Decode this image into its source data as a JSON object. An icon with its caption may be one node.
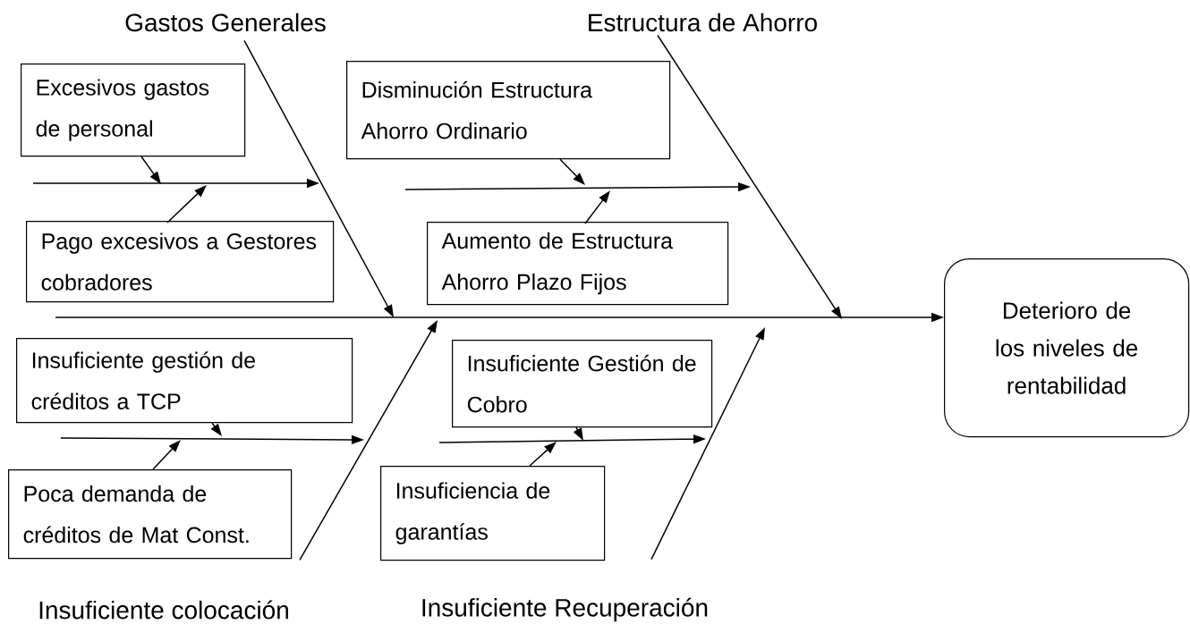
{
  "diagram": {
    "nodes": [
      {
        "text": [
          "Gastos Generales"
        ]
      },
      {
        "text": [
          "Estructura de Ahorro"
        ]
      },
      {
        "text": [
          "Excesivos gastos de personal"
        ]
      },
      {
        "text": [
          "Pago excesivos a Gestores cobradores"
        ]
      },
      {
        "text": [
          "Disminución Estructura Ahorro Ordinario"
        ]
      },
      {
        "text": [
          "Aumento de Estructura Ahorro Plazo Fijos"
        ]
      },
      {
        "text": [
          "Deterioro de los niveles de rentabilidad"
        ]
      },
      {
        "text": [
          "Insuficiente gestión de créditos a TCP"
        ]
      },
      {
        "text": [
          "Insuficiente Gestión de Cobro"
        ]
      },
      {
        "text": [
          "Poca demanda de créditos de Mat Const."
        ]
      },
      {
        "text": [
          "Insuficiencia de garantías"
        ]
      },
      {
        "text": [
          "Insuficiente colocación"
        ]
      },
      {
        "text": [
          "Insuficiente Recuperación"
        ]
      }
    ],
    "edges": [
      {
        "from": null,
        "to": 6,
        "arrow": "to"
      },
      {
        "from": 0,
        "to": null,
        "arrow": "to"
      },
      {
        "from": 1,
        "to": null,
        "arrow": "to"
      },
      {
        "from": 11,
        "to": null,
        "arrow": "to"
      },
      {
        "from": 12,
        "to": null,
        "arrow": "to"
      },
      {
        "from": 2,
        "to": null,
        "arrow": "to"
      },
      {
        "from": 3,
        "to": null,
        "arrow": "to"
      },
      {
        "from": 4,
        "to": null,
        "arrow": "to"
      },
      {
        "from": 5,
        "to": null,
        "arrow": "to"
      },
      {
        "from": 7,
        "to": null,
        "arrow": "to"
      },
      {
        "from": 9,
        "to": null,
        "arrow": "to"
      },
      {
        "from": 8,
        "to": null,
        "arrow": "to"
      },
      {
        "from": 10,
        "to": null,
        "arrow": "to"
      }
    ]
  }
}
